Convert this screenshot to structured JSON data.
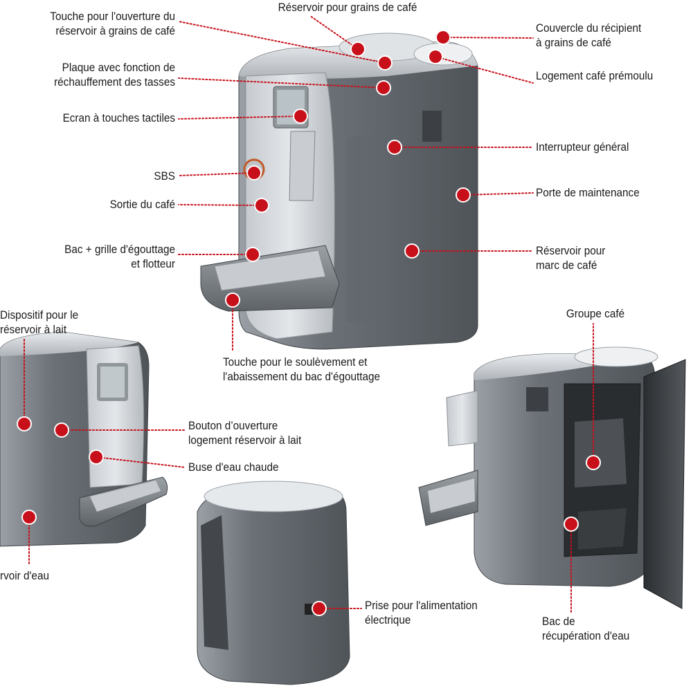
{
  "colors": {
    "marker": "#c8101a",
    "marker_ring": "#ffffff",
    "leader": "#c8101a",
    "body_dark": "#6e7378",
    "body_light": "#b9bec3",
    "panel_silver": "#d4d8dc",
    "tray": "#7d8287"
  },
  "labels": {
    "reservoir_grains": "Réservoir pour grains de café",
    "touche_ouverture": [
      "Touche pour l'ouverture du",
      "réservoir à grains de café"
    ],
    "couvercle": [
      "Couvercle du récipient",
      "à grains de café"
    ],
    "plaque": [
      "Plaque avec fonction de",
      "réchauffement des tasses"
    ],
    "logement_premoulu": "Logement café prémoulu",
    "ecran": "Ecran à touches tactiles",
    "interrupteur": "Interrupteur général",
    "sbs": "SBS",
    "porte": "Porte de maintenance",
    "sortie": "Sortie du café",
    "bac_grille": [
      "Bac + grille d'égouttage",
      "et flotteur"
    ],
    "reservoir_marc": [
      "Réservoir pour",
      "marc de café"
    ],
    "dispositif_lait": [
      "Dispositif pour le",
      "réservoir à lait"
    ],
    "groupe_cafe": "Groupe café",
    "touche_soulevement": [
      "Touche pour le soulèvement et",
      "l'abaissement du bac d'égouttage"
    ],
    "bouton_ouverture": [
      "Bouton d’ouverture",
      "logement réservoir à lait"
    ],
    "buse": "Buse d'eau chaude",
    "reservoir_eau": "rvoir d'eau",
    "prise": [
      "Prise pour l'alimentation",
      "électrique"
    ],
    "bac_recuperation": [
      "Bac de",
      "récupération d'eau"
    ]
  }
}
